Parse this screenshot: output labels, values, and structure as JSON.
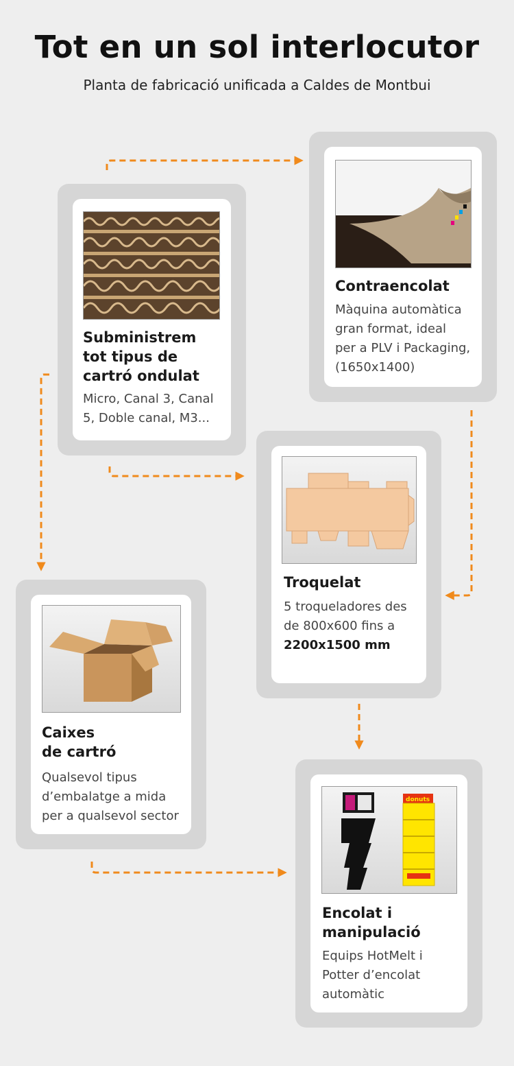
{
  "header": {
    "title": "Tot en un sol interlocutor",
    "subtitle": "Planta de fabricació unificada a Caldes de Montbui"
  },
  "colors": {
    "accent": "#f08a1c",
    "card_frame": "#d6d6d6",
    "background": "#eeeeee"
  },
  "cards": {
    "supply": {
      "title": "Subministrem\ntot tipus de\ncartró ondulat",
      "desc": "Micro, Canal 3, Canal\n5, Doble canal, M3..."
    },
    "laminate": {
      "title": "Contraencolat",
      "desc": "Màquina automàtica\ngran format, ideal\nper a PLV i Packaging,\n(1650x1400)"
    },
    "diecut": {
      "title": "Troquelat",
      "desc": "5 troqueladores des\nde 800x600 fins a",
      "desc_bold": "2200x1500 mm"
    },
    "boxes": {
      "title": "Caixes\nde cartró",
      "desc": "Qualsevol tipus\nd’embalatge a mida\nper a qualsevol sector"
    },
    "gluing": {
      "title": "Encolat i\nmanipulació",
      "desc": "Equips HotMelt i\nPotter d’encolat\nautomàtic",
      "display_brand": "donuts"
    }
  }
}
